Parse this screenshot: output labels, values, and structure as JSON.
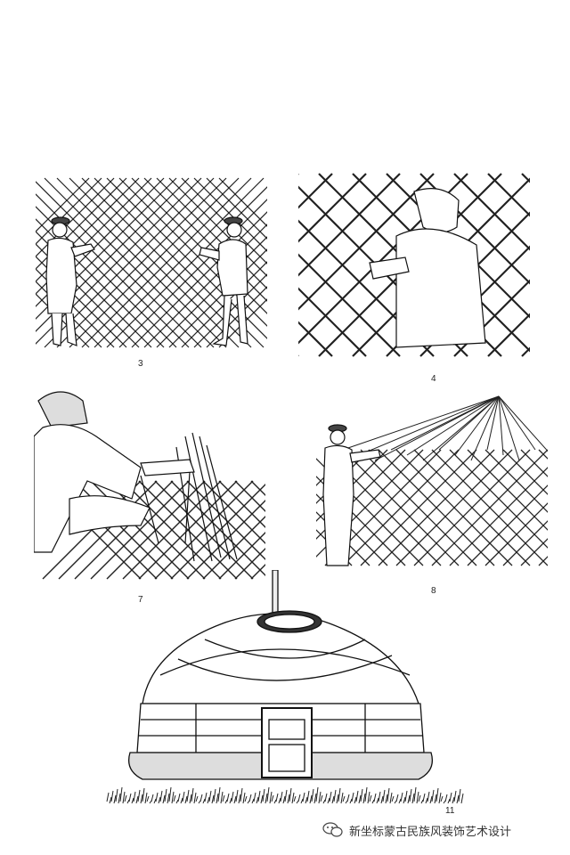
{
  "figures": [
    {
      "number": "3"
    },
    {
      "number": "4"
    },
    {
      "number": "7"
    },
    {
      "number": "8"
    },
    {
      "number": "11"
    }
  ],
  "watermark": {
    "text": "新坐标蒙古民族风装饰艺术设计",
    "icon": "wechat-icon"
  },
  "colors": {
    "ink": "#111111",
    "paper": "#ffffff"
  }
}
